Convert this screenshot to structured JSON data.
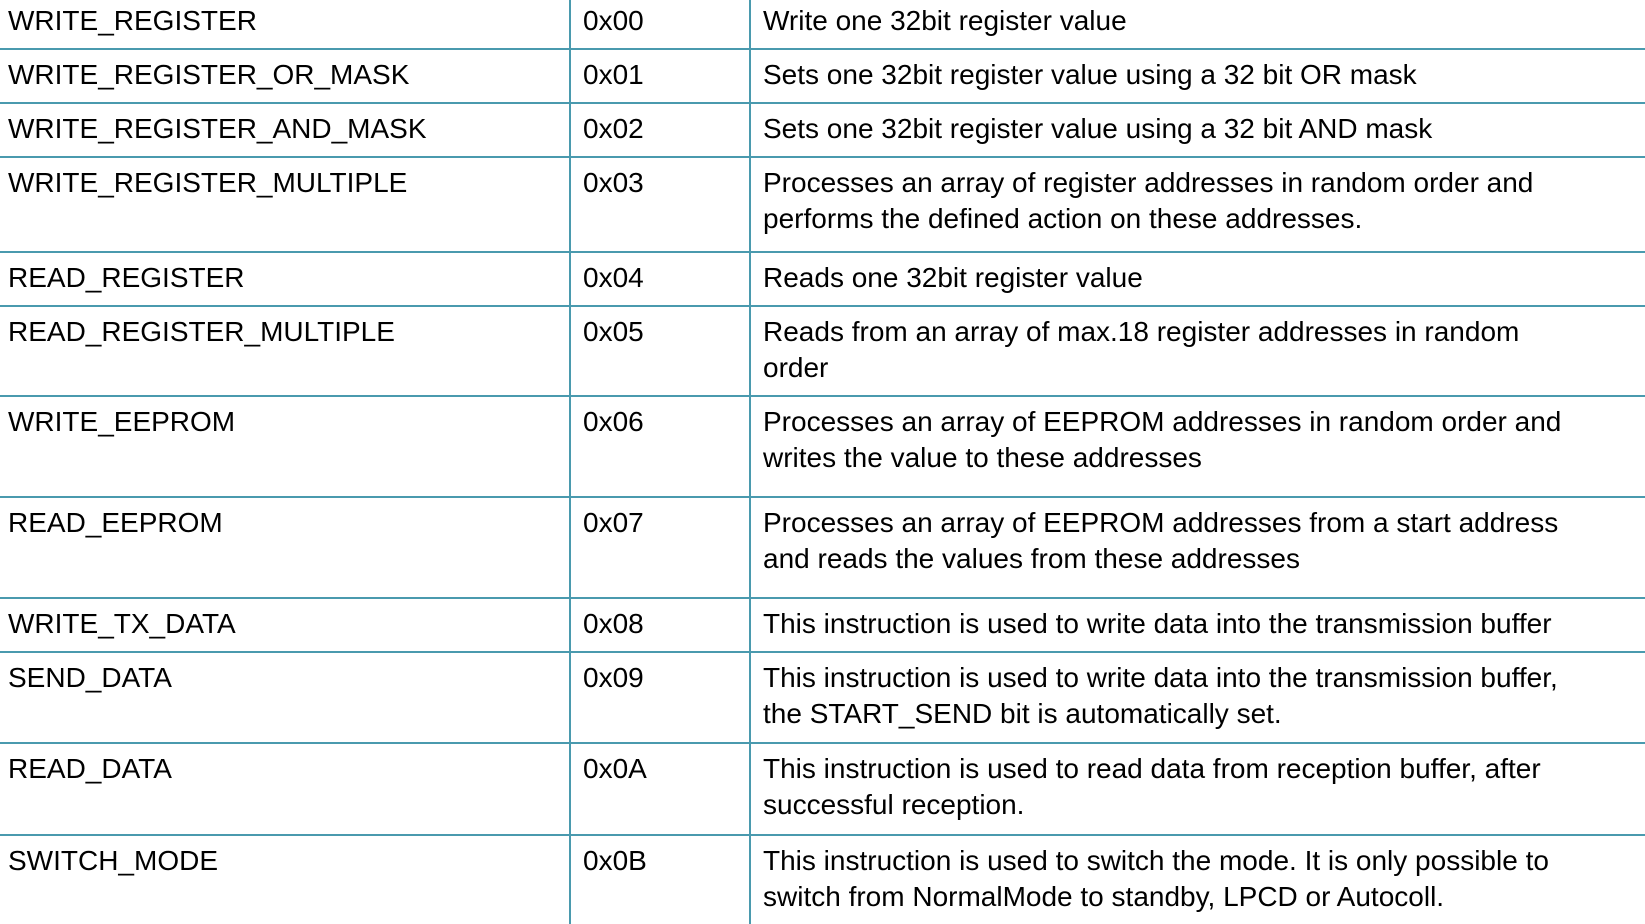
{
  "document": {
    "type": "instruction-set-table",
    "colors": {
      "grid_line": "#4a9aae",
      "bottom_rule": "#1d6a7a",
      "text": "#000000",
      "background": "#ffffff"
    },
    "table": {
      "rows": [
        {
          "name": "WRITE_REGISTER",
          "code": "0x00",
          "description": "Write one 32bit register value"
        },
        {
          "name": "WRITE_REGISTER_OR_MASK",
          "code": "0x01",
          "description": "Sets one 32bit register value using a 32 bit OR mask"
        },
        {
          "name": "WRITE_REGISTER_AND_MASK",
          "code": "0x02",
          "description": "Sets one 32bit register value using a 32 bit AND mask"
        },
        {
          "name": "WRITE_REGISTER_MULTIPLE",
          "code": "0x03",
          "description": "Processes an array of register addresses in random order and performs the defined action on these addresses."
        },
        {
          "name": "READ_REGISTER",
          "code": "0x04",
          "description": "Reads one 32bit register value"
        },
        {
          "name": "READ_REGISTER_MULTIPLE",
          "code": "0x05",
          "description": "Reads from an array of max.18 register addresses in random order"
        },
        {
          "name": "WRITE_EEPROM",
          "code": "0x06",
          "description": "Processes an array of EEPROM addresses in random order and writes the value to these addresses"
        },
        {
          "name": "READ_EEPROM",
          "code": "0x07",
          "description": "Processes an array of EEPROM addresses from a start address and reads the values from these addresses"
        },
        {
          "name": "WRITE_TX_DATA",
          "code": "0x08",
          "description": "This instruction is used to write data into the transmission buffer"
        },
        {
          "name": "SEND_DATA",
          "code": "0x09",
          "description": "This instruction is used to write data into the transmission buffer, the START_SEND bit is automatically set."
        },
        {
          "name": "READ_DATA",
          "code": "0x0A",
          "description": "This instruction is used to read data from reception buffer, after successful reception."
        },
        {
          "name": "SWITCH_MODE",
          "code": "0x0B",
          "description": "This instruction is used to switch the mode. It is only possible to switch from NormalMode to standby, LPCD or Autocoll."
        }
      ]
    }
  }
}
